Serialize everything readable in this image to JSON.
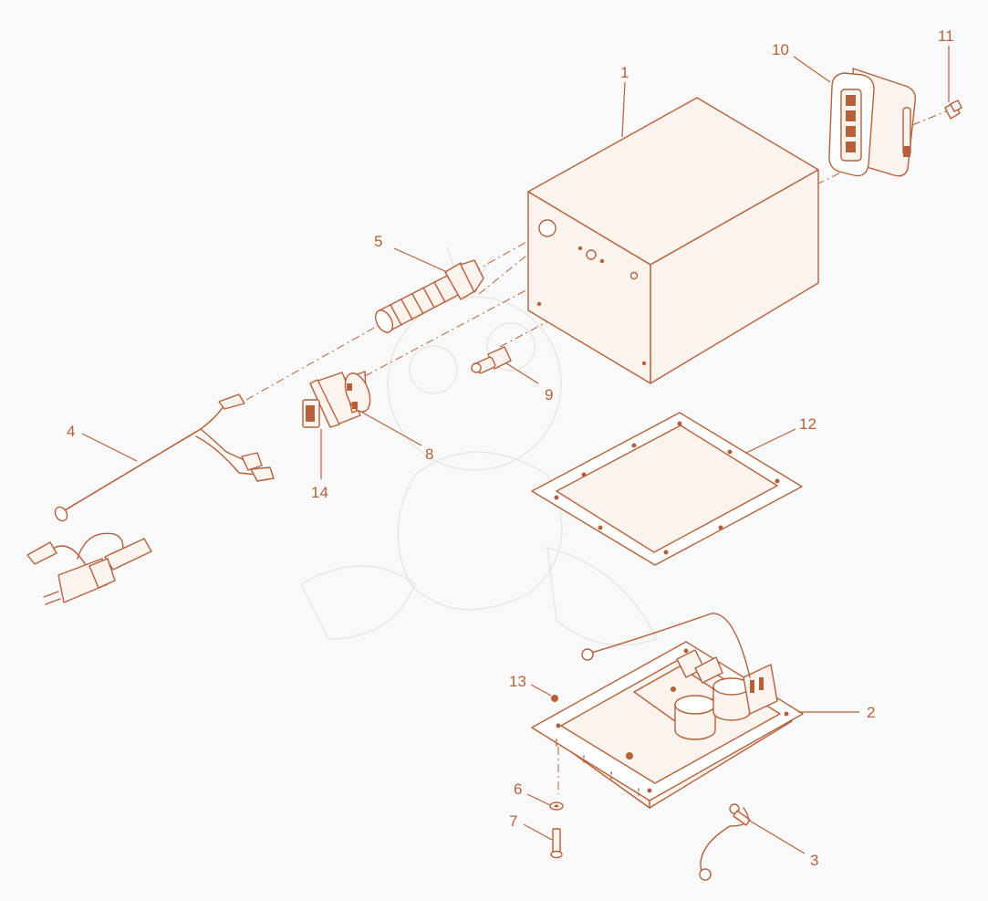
{
  "colors": {
    "accent": "#b4613b",
    "background": "#f9f9f9"
  },
  "callouts": {
    "c1": "1",
    "c2": "2",
    "c3": "3",
    "c4": "4",
    "c5": "5",
    "c6": "6",
    "c7": "7",
    "c8": "8",
    "c9": "9",
    "c10": "10",
    "c11": "11",
    "c12": "12",
    "c13": "13",
    "c14": "14"
  }
}
